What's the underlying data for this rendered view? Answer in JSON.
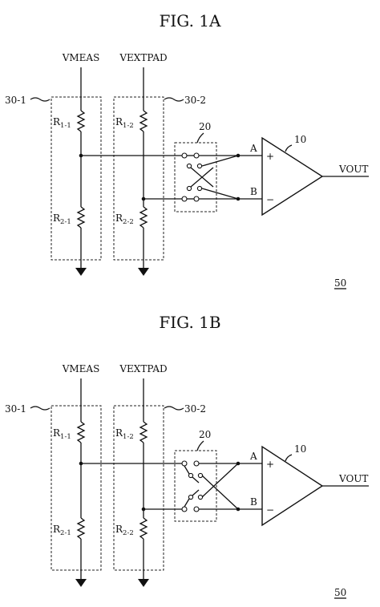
{
  "figures": [
    {
      "title": "FIG. 1A",
      "inputs": {
        "left": "VMEAS",
        "right": "VEXTPAD"
      },
      "blocks": {
        "left": "30-1",
        "right": "30-2",
        "switch": "20",
        "amplifier": "10"
      },
      "resistors": [
        {
          "main": "R",
          "sub": "1-1"
        },
        {
          "main": "R",
          "sub": "2-1"
        },
        {
          "main": "R",
          "sub": "1-2"
        },
        {
          "main": "R",
          "sub": "2-2"
        }
      ],
      "nodes": {
        "a": "A",
        "b": "B"
      },
      "amp_signs": {
        "plus": "+",
        "minus": "−"
      },
      "output": "VOUT",
      "ref": "50"
    },
    {
      "title": "FIG. 1B",
      "inputs": {
        "left": "VMEAS",
        "right": "VEXTPAD"
      },
      "blocks": {
        "left": "30-1",
        "right": "30-2",
        "switch": "20",
        "amplifier": "10"
      },
      "resistors": [
        {
          "main": "R",
          "sub": "1-1"
        },
        {
          "main": "R",
          "sub": "2-1"
        },
        {
          "main": "R",
          "sub": "1-2"
        },
        {
          "main": "R",
          "sub": "2-2"
        }
      ],
      "nodes": {
        "a": "A",
        "b": "B"
      },
      "amp_signs": {
        "plus": "+",
        "minus": "−"
      },
      "output": "VOUT",
      "ref": "50"
    }
  ]
}
